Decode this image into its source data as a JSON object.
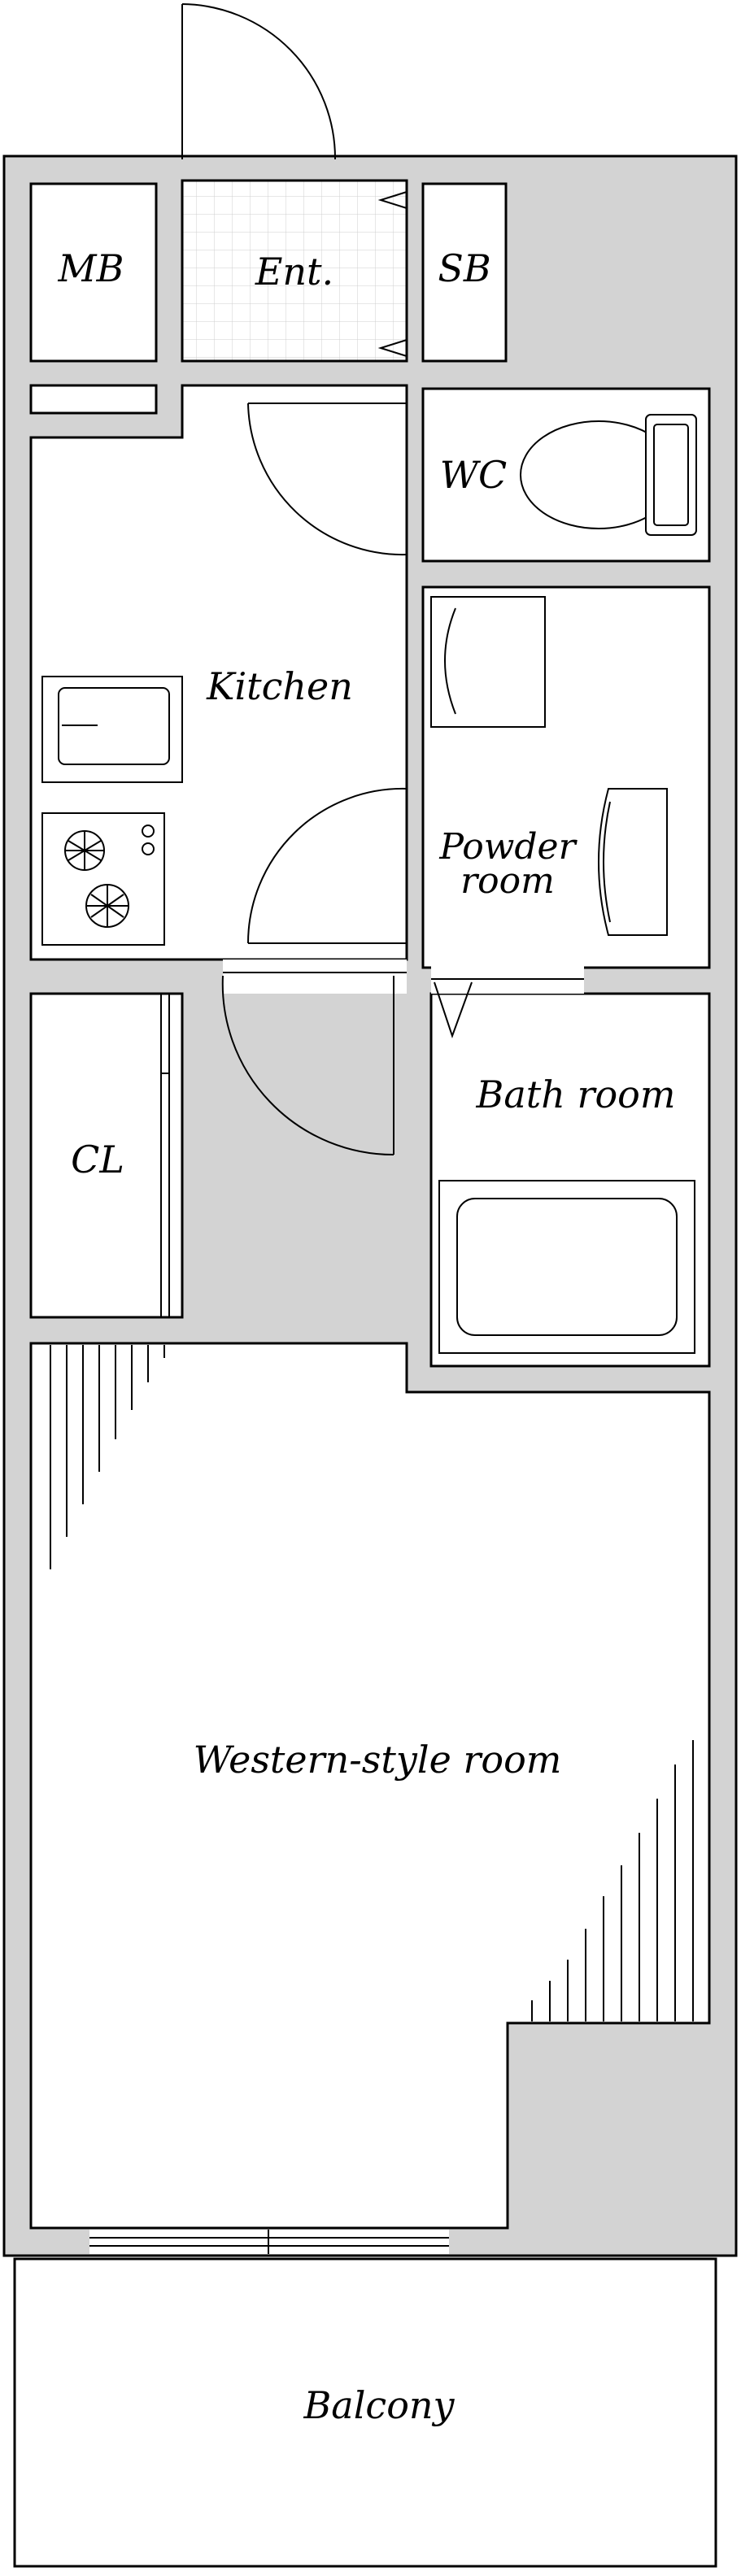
{
  "rooms": {
    "mb": "MB",
    "entrance": "Ent.",
    "sb": "SB",
    "wc": "WC",
    "kitchen": "Kitchen",
    "powder_line1": "Powder",
    "powder_line2": "room",
    "bath": "Bath room",
    "closet": "CL",
    "western": "Western-style room",
    "balcony": "Balcony"
  },
  "colors": {
    "wall": "#d3d3d3",
    "line": "#000000",
    "background": "#ffffff"
  }
}
